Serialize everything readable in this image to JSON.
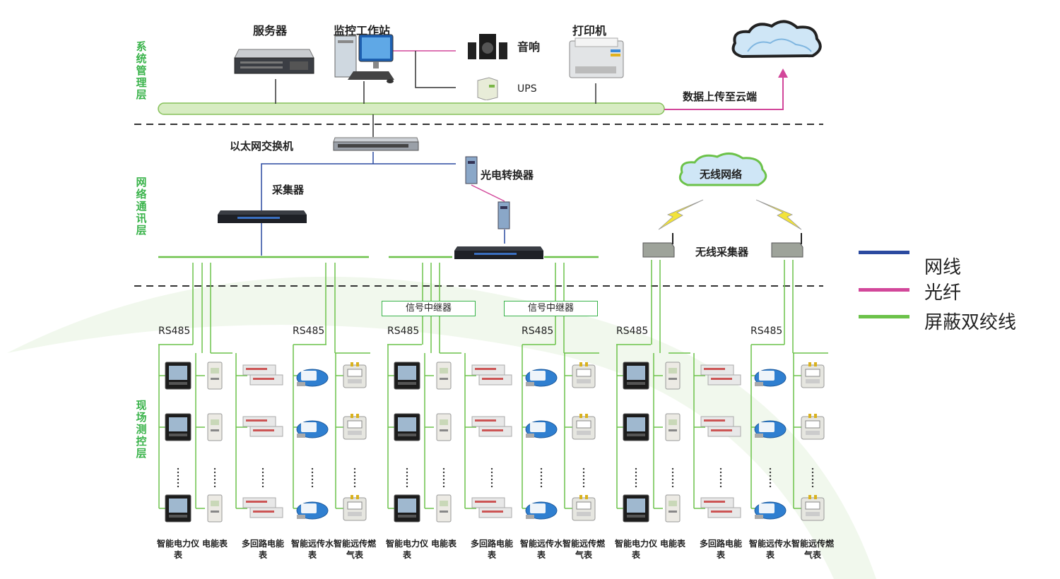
{
  "layers": {
    "management": "系统管理层",
    "network": "网络通讯层",
    "field": "现场测控层"
  },
  "devices": {
    "server": "服务器",
    "workstation": "监控工作站",
    "speaker": "音响",
    "ups": "UPS",
    "printer": "打印机",
    "cloud_upload": "数据上传至云端",
    "switch": "以太网交换机",
    "collector": "采集器",
    "converter": "光电转换器",
    "wireless_network": "无线网络",
    "wireless_collector": "无线采集器",
    "repeater_1": "信号中继器",
    "repeater_2": "信号中继器"
  },
  "protocol": "RS485",
  "meters": [
    "智能电力仪表",
    "电能表",
    "多回路电能表",
    "智能远传水表",
    "智能远传燃气表"
  ],
  "legend": [
    {
      "label": "网线",
      "color": "#2b4aa0"
    },
    {
      "label": "光纤",
      "color": "#d2479a"
    },
    {
      "label": "屏蔽双绞线",
      "color": "#6cc24a"
    }
  ],
  "colors": {
    "layer_text": "#39b34a",
    "network_line": "#2b4aa0",
    "fiber_line": "#d2479a",
    "twisted_pair": "#6cc24a",
    "bus": "#cfe8b4"
  }
}
